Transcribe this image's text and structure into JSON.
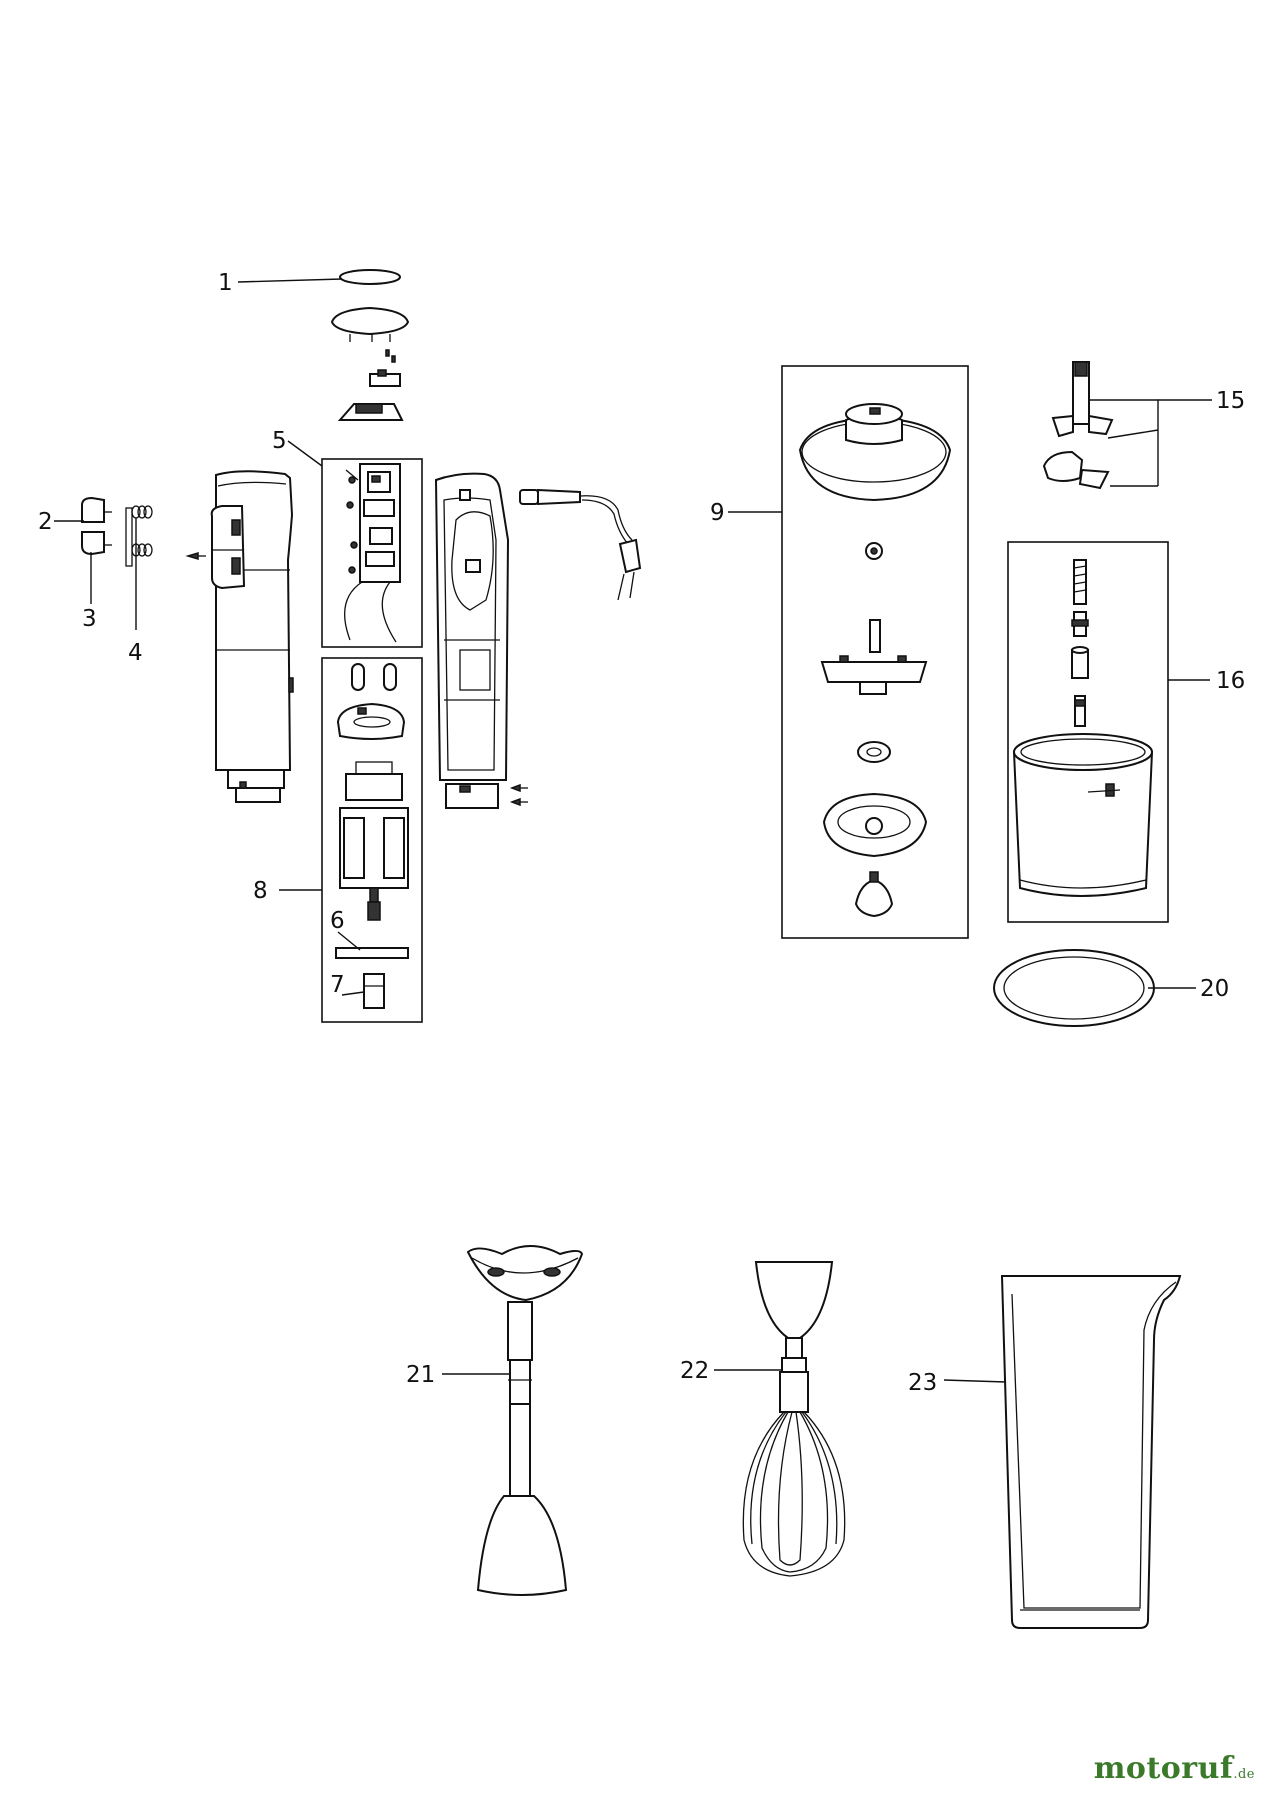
{
  "labels": [
    {
      "id": "1",
      "text": "1"
    },
    {
      "id": "2",
      "text": "2"
    },
    {
      "id": "3",
      "text": "3"
    },
    {
      "id": "4",
      "text": "4"
    },
    {
      "id": "5",
      "text": "5"
    },
    {
      "id": "6",
      "text": "6"
    },
    {
      "id": "7",
      "text": "7"
    },
    {
      "id": "8",
      "text": "8"
    },
    {
      "id": "9",
      "text": "9"
    },
    {
      "id": "15",
      "text": "15"
    },
    {
      "id": "16",
      "text": "16"
    },
    {
      "id": "20",
      "text": "20"
    },
    {
      "id": "21",
      "text": "21"
    },
    {
      "id": "22",
      "text": "22"
    },
    {
      "id": "23",
      "text": "23"
    }
  ],
  "watermark": {
    "brand": "motoruf",
    "suffix": ".de",
    "color": "#3a7a2a"
  }
}
